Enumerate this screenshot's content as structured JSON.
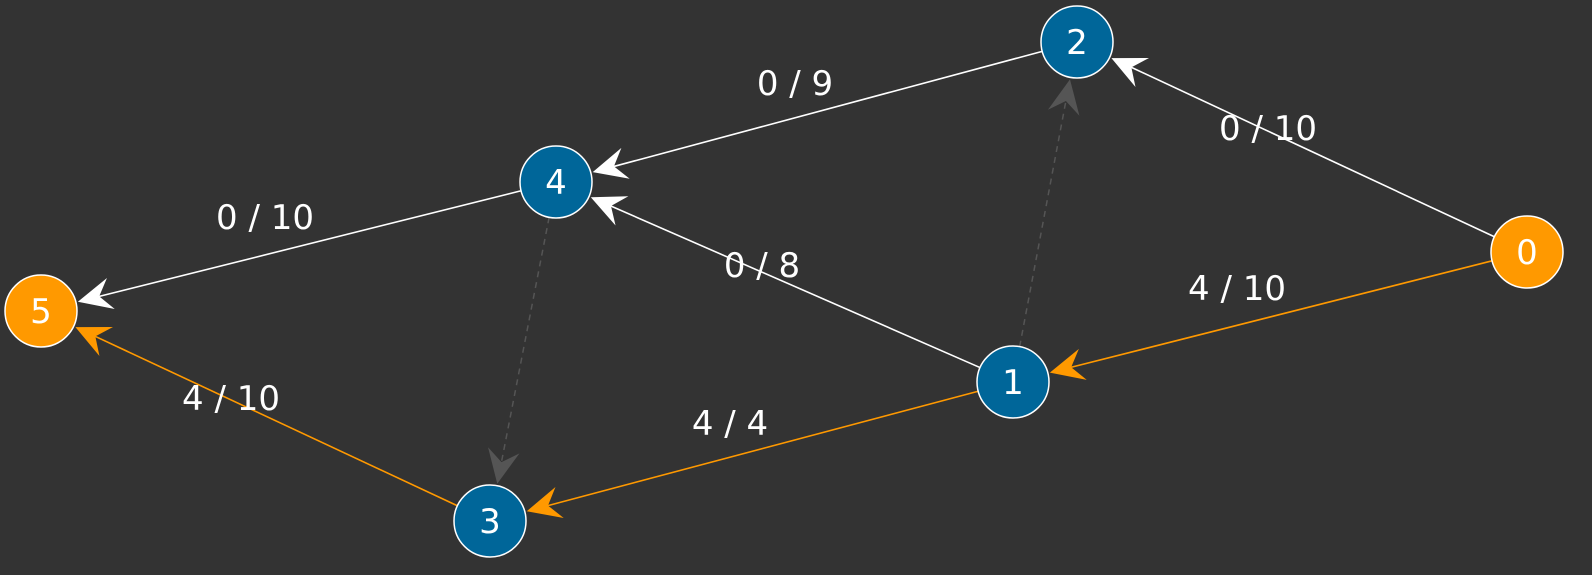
{
  "colors": {
    "background": "#333333",
    "node_default": "#006699",
    "node_terminal": "#FF9900",
    "node_stroke": "#FFFFFF",
    "edge_default": "#FFFFFF",
    "edge_flow": "#FF9900",
    "edge_residual": "#555555",
    "label_text": "#FFFFFF"
  },
  "nodes": [
    {
      "id": "0",
      "label": "0",
      "kind": "terminal"
    },
    {
      "id": "1",
      "label": "1",
      "kind": "default"
    },
    {
      "id": "2",
      "label": "2",
      "kind": "default"
    },
    {
      "id": "3",
      "label": "3",
      "kind": "default"
    },
    {
      "id": "4",
      "label": "4",
      "kind": "default"
    },
    {
      "id": "5",
      "label": "5",
      "kind": "terminal"
    }
  ],
  "edges": [
    {
      "from": "0",
      "to": "2",
      "label": "0 / 10",
      "kind": "default"
    },
    {
      "from": "0",
      "to": "1",
      "label": "4 / 10",
      "kind": "flow"
    },
    {
      "from": "2",
      "to": "4",
      "label": "0 / 9",
      "kind": "default"
    },
    {
      "from": "1",
      "to": "4",
      "label": "0 / 8",
      "kind": "default"
    },
    {
      "from": "1",
      "to": "3",
      "label": "4 / 4",
      "kind": "flow"
    },
    {
      "from": "4",
      "to": "5",
      "label": "0 / 10",
      "kind": "default"
    },
    {
      "from": "3",
      "to": "5",
      "label": "4 / 10",
      "kind": "flow"
    },
    {
      "from": "1",
      "to": "2",
      "label": "",
      "kind": "residual"
    },
    {
      "from": "4",
      "to": "3",
      "label": "",
      "kind": "residual"
    }
  ]
}
